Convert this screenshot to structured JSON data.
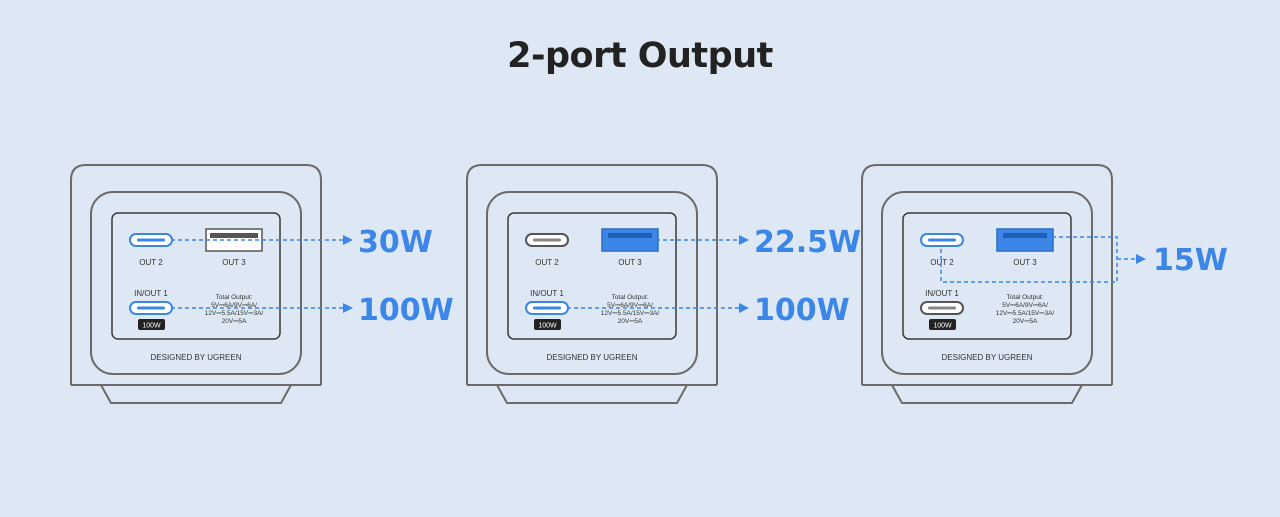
{
  "title": "2-port Output",
  "colors": {
    "accent": "#3b86e6",
    "background": "#dde8f4",
    "outline": "#6b6b6b"
  },
  "chargers": [
    {
      "out2_label": "OUT 2",
      "out3_label": "OUT 3",
      "inout_label": "IN/OUT 1",
      "badge": "100W",
      "spec": [
        "Total Output:",
        "5V⎓6A/9V⎓6A/",
        "12V⎓5.5A/15V⎓3A/",
        "20V⎓5A"
      ],
      "brand": "DESIGNED BY UGREEN",
      "active_ports": [
        "out2",
        "inout1"
      ],
      "outputs": [
        "30W",
        "100W"
      ]
    },
    {
      "out2_label": "OUT 2",
      "out3_label": "OUT 3",
      "inout_label": "IN/OUT 1",
      "badge": "100W",
      "spec": [
        "Total Output:",
        "5V⎓6A/9V⎓6A/",
        "12V⎓5.5A/15V⎓3A/",
        "20V⎓5A"
      ],
      "brand": "DESIGNED BY UGREEN",
      "active_ports": [
        "out3",
        "inout1"
      ],
      "outputs": [
        "22.5W",
        "100W"
      ]
    },
    {
      "out2_label": "OUT 2",
      "out3_label": "OUT 3",
      "inout_label": "IN/OUT 1",
      "badge": "100W",
      "spec": [
        "Total Output:",
        "5V⎓6A/9V⎓6A/",
        "12V⎓5.5A/15V⎓3A/",
        "20V⎓5A"
      ],
      "brand": "DESIGNED BY UGREEN",
      "active_ports": [
        "out2",
        "out3"
      ],
      "outputs": [
        "15W"
      ]
    }
  ]
}
